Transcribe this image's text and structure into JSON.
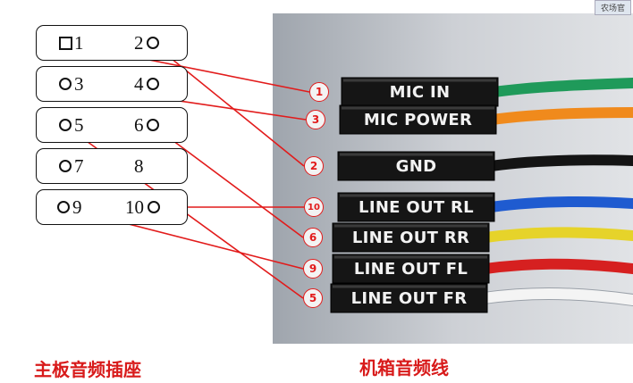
{
  "watermark": "农场官",
  "motherboard": {
    "caption": "主板音频插座",
    "rows": [
      {
        "left": "1",
        "right": "2"
      },
      {
        "left": "3",
        "right": "4"
      },
      {
        "left": "5",
        "right": "6"
      },
      {
        "left": "7",
        "right": "8"
      },
      {
        "left": "9",
        "right": "10"
      }
    ]
  },
  "case": {
    "caption": "机箱音频线",
    "plugs": [
      {
        "label": "MIC  IN",
        "badge": "1",
        "wire": "#1f9a5a"
      },
      {
        "label": "MIC POWER",
        "badge": "3",
        "wire": "#f08a1c"
      },
      {
        "label": "GND",
        "badge": "2",
        "wire": "#141414"
      },
      {
        "label": "LINE OUT RL",
        "badge": "10",
        "wire": "#1f5bd0"
      },
      {
        "label": "LINE OUT RR",
        "badge": "6",
        "wire": "#e6d32a"
      },
      {
        "label": "LINE OUT FL",
        "badge": "9",
        "wire": "#d62020"
      },
      {
        "label": "LINE OUT FR",
        "badge": "5",
        "wire": "#f4f4f4"
      }
    ]
  },
  "colors": {
    "line": "#e21b1b",
    "plug": "#151515",
    "photo_bg": "#c9ccd1"
  }
}
